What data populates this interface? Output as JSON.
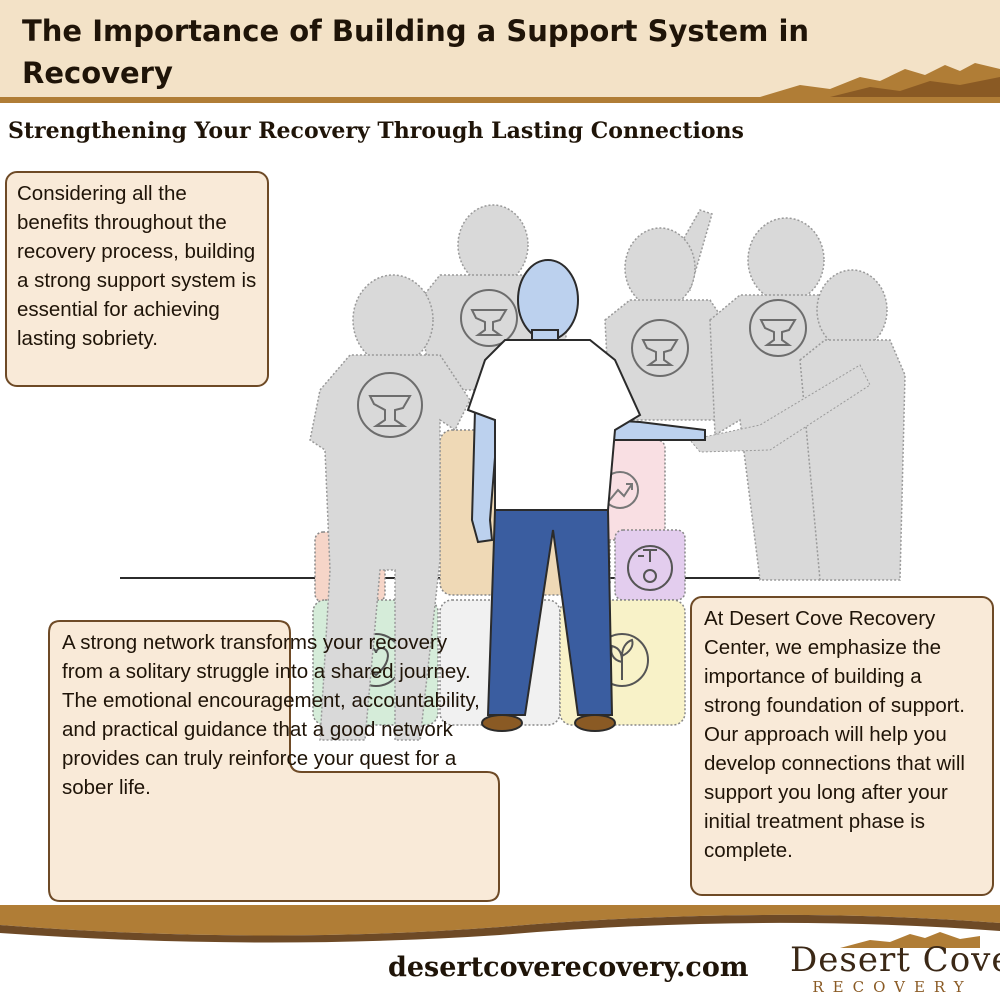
{
  "header": {
    "title": "The Importance of Building a Support System in Recovery"
  },
  "subtitle": "Strengthening Your Recovery Through Lasting Connections",
  "callouts": {
    "top_left": "Considering all the benefits throughout the recovery process, building a strong support system is essential for achieving lasting sobriety.",
    "bottom_left": "A strong network transforms your recovery from a solitary struggle into a shared journey. The emotional encouragement, accountability, and practical guidance that a good network provides can truly reinforce your quest for a sober life.",
    "right": "At Desert Cove Recovery Center, we emphasize the importance of building a strong foundation of support. Our approach will help you develop connections that will support you long after your initial treatment phase is complete."
  },
  "footer": {
    "url": "desertcoverecovery.com",
    "logo_word": "Desert Cove",
    "logo_sub": "RECOVERY"
  },
  "illustration": {
    "icons": [
      "anvil-icon",
      "heart-icon",
      "growth-arrow-icon",
      "gear-icon",
      "plant-icon"
    ]
  },
  "colors": {
    "header_bg": "#f3e2c7",
    "accent_brown": "#b07d36",
    "dark_brown": "#6e4a26",
    "callout_bg": "#f9ead8",
    "shirt_white": "#ffffff",
    "jeans_blue": "#3a5da0",
    "skin_blue": "#bcd1ee",
    "silhouette_gray": "#d9d9d9"
  }
}
